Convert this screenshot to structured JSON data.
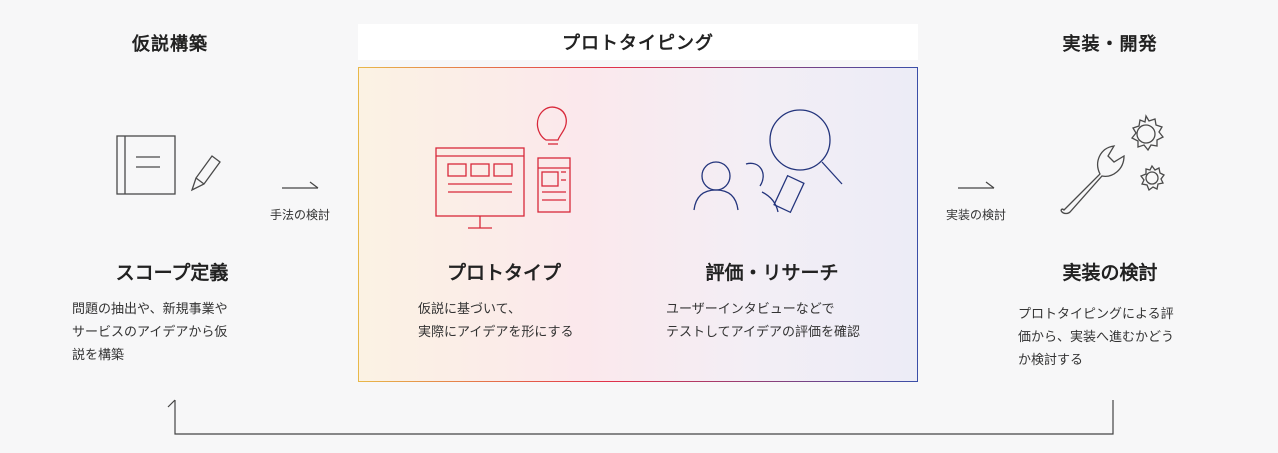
{
  "phases": {
    "left": "仮説構築",
    "center": "プロトタイピング",
    "right": "実装・開発"
  },
  "transitions": {
    "first": "手法の検討",
    "second": "実装の検討"
  },
  "steps": {
    "scope": {
      "title": "スコープ定義",
      "desc_lines": [
        "問題の抽出や、新規事業や",
        "サービスのアイデアから仮",
        "説を構築"
      ],
      "icon": "notebook-pencil-icon"
    },
    "prototype": {
      "title": "プロトタイプ",
      "desc_lines": [
        "仮説に基づいて、",
        "実際にアイデアを形にする"
      ],
      "icon": "devices-lightbulb-icon"
    },
    "research": {
      "title": "評価・リサーチ",
      "desc_lines": [
        "ユーザーインタビューなどで",
        "テストしてアイデアの評価を確認"
      ],
      "icon": "users-magnifier-icon"
    },
    "implementation": {
      "title": "実装の検討",
      "desc_lines": [
        "プロトタイピングによる評",
        "価から、実装へ進むかどう",
        "か検討する"
      ],
      "icon": "wrench-gears-icon"
    }
  },
  "colors": {
    "red_icon": "#d8283a",
    "navy_icon": "#23347c",
    "gray_icon": "#4a4a4a"
  }
}
